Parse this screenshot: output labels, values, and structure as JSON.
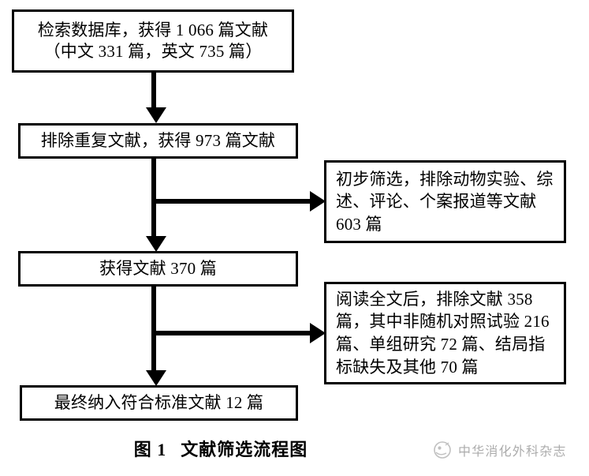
{
  "figure": {
    "caption_number": "图 1",
    "caption_title": "文献筛选流程图"
  },
  "flow": {
    "boxes": [
      {
        "id": "search",
        "name": "box-records-identified",
        "text": "检索数据库，获得 1 066 篇文献\n（中文 331 篇，英文 735 篇）"
      },
      {
        "id": "dedup",
        "name": "box-records-after-duplicates",
        "text": "排除重复文献，获得 973 篇文献"
      },
      {
        "id": "screened",
        "name": "box-records-screened",
        "text": "获得文献 370 篇"
      },
      {
        "id": "included",
        "name": "box-studies-included",
        "text": "最终纳入符合标准文献 12 篇"
      },
      {
        "id": "exclude_1",
        "name": "box-exclusion-screening",
        "text": "初步筛选，排除动物实验、综述、评论、个案报道等文献 603 篇"
      },
      {
        "id": "exclude_2",
        "name": "box-exclusion-fulltext",
        "text": "阅读全文后，排除文献 358 篇，其中非随机对照试验 216 篇、单组研究 72 篇、结局指标缺失及其他 70 篇"
      }
    ]
  },
  "watermark": {
    "text": "中华消化外科杂志",
    "logo_icon": "journal-seal-icon"
  },
  "colors": {
    "line": "#000000",
    "box_fill": "#ffffff",
    "background": "#ffffff",
    "watermark_text": "#3a3a3a"
  },
  "numbers": {
    "records_identified_total": 1066,
    "records_chinese": 331,
    "records_english": 735,
    "records_after_duplicates": 973,
    "records_screened": 370,
    "excluded_screening": 603,
    "excluded_fulltext": 358,
    "excluded_non_rct": 216,
    "excluded_single_arm": 72,
    "excluded_missing_outcomes_other": 70,
    "studies_included": 12
  }
}
